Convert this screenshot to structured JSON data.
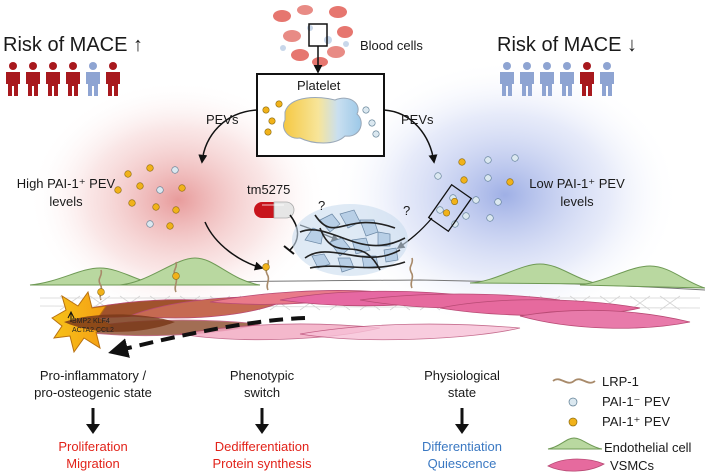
{
  "top": {
    "risk_high": "Risk of MACE ↑",
    "risk_low": "Risk of MACE ↓",
    "blood_cells": "Blood cells",
    "platelet": "Platelet",
    "pevs_left": "PEVs",
    "pevs_right": "PEVs"
  },
  "middle": {
    "high_pai_line1": "High PAI-1⁺ PEV",
    "high_pai_line2": "levels",
    "low_pai_line1": "Low PAI-1⁺ PEV",
    "low_pai_line2": "levels",
    "drug": "tm5275",
    "question": "?",
    "genes_line1": "BMP2 KLF4",
    "genes_line2": "ACTA2 CCL2"
  },
  "states": {
    "s1_line1": "Pro-inflammatory /",
    "s1_line2": "pro-osteogenic state",
    "s2_line1": "Phenotypic",
    "s2_line2": "switch",
    "s3_line1": "Physiological",
    "s3_line2": "state"
  },
  "outcomes": {
    "o1_line1": "Proliferation",
    "o1_line2": "Migration",
    "o2_line1": "Dedifferentiation",
    "o2_line2": "Protein synthesis",
    "o3_line1": "Differentiation",
    "o3_line2": "Quiescence"
  },
  "legend": {
    "lrp1": "LRP-1",
    "pai_neg": "PAI-1⁻ PEV",
    "pai_pos": "PAI-1⁺ PEV",
    "endothelial": "Endothelial cell",
    "vsmc": "VSMCs"
  },
  "colors": {
    "outcome_red": "#e2231a",
    "outcome_blue": "#3a78c2",
    "people_red": "#a8191e",
    "people_blue": "#8ea4d2",
    "pai_positive_pev": "#f1b21a",
    "pai_negative_pev": "#dbe8f0",
    "endothelial_cell": "#b9d8a0",
    "vsmc": "#e66a9e"
  },
  "people": {
    "left": [
      "red",
      "red",
      "red",
      "red",
      "blue",
      "red"
    ],
    "right": [
      "blue",
      "blue",
      "blue",
      "blue",
      "red",
      "blue"
    ]
  }
}
